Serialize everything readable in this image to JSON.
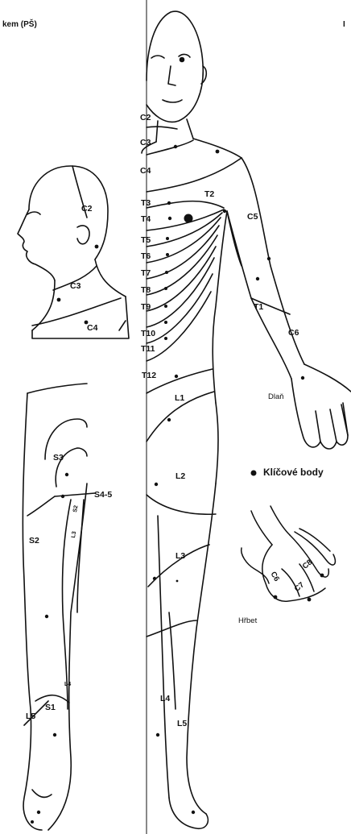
{
  "header": {
    "left_fragment": "kem (PŠ)",
    "right_fragment": "I"
  },
  "legend": {
    "marker": "●",
    "label": "Klíčové body"
  },
  "figures": {
    "head": {
      "labels": [
        "C2",
        "C3",
        "C4"
      ]
    },
    "front": {
      "dermatomes": [
        "C2",
        "C3",
        "C4",
        "T2",
        "T3",
        "T4",
        "T5",
        "T6",
        "T7",
        "T8",
        "T9",
        "T10",
        "T11",
        "T12",
        "C5",
        "T1",
        "C6",
        "L1",
        "L2",
        "L3",
        "L4",
        "L5"
      ],
      "palm_label": "Dlaň"
    },
    "back_leg": {
      "labels": [
        "S3",
        "S4-5",
        "S2",
        "S1",
        "L5",
        "L4",
        "S2",
        "L3"
      ]
    },
    "hand_back": {
      "title": "Hřbet",
      "labels": [
        "C6",
        "C7",
        "C8"
      ]
    }
  },
  "colors": {
    "ink": "#111111",
    "background": "#ffffff"
  }
}
